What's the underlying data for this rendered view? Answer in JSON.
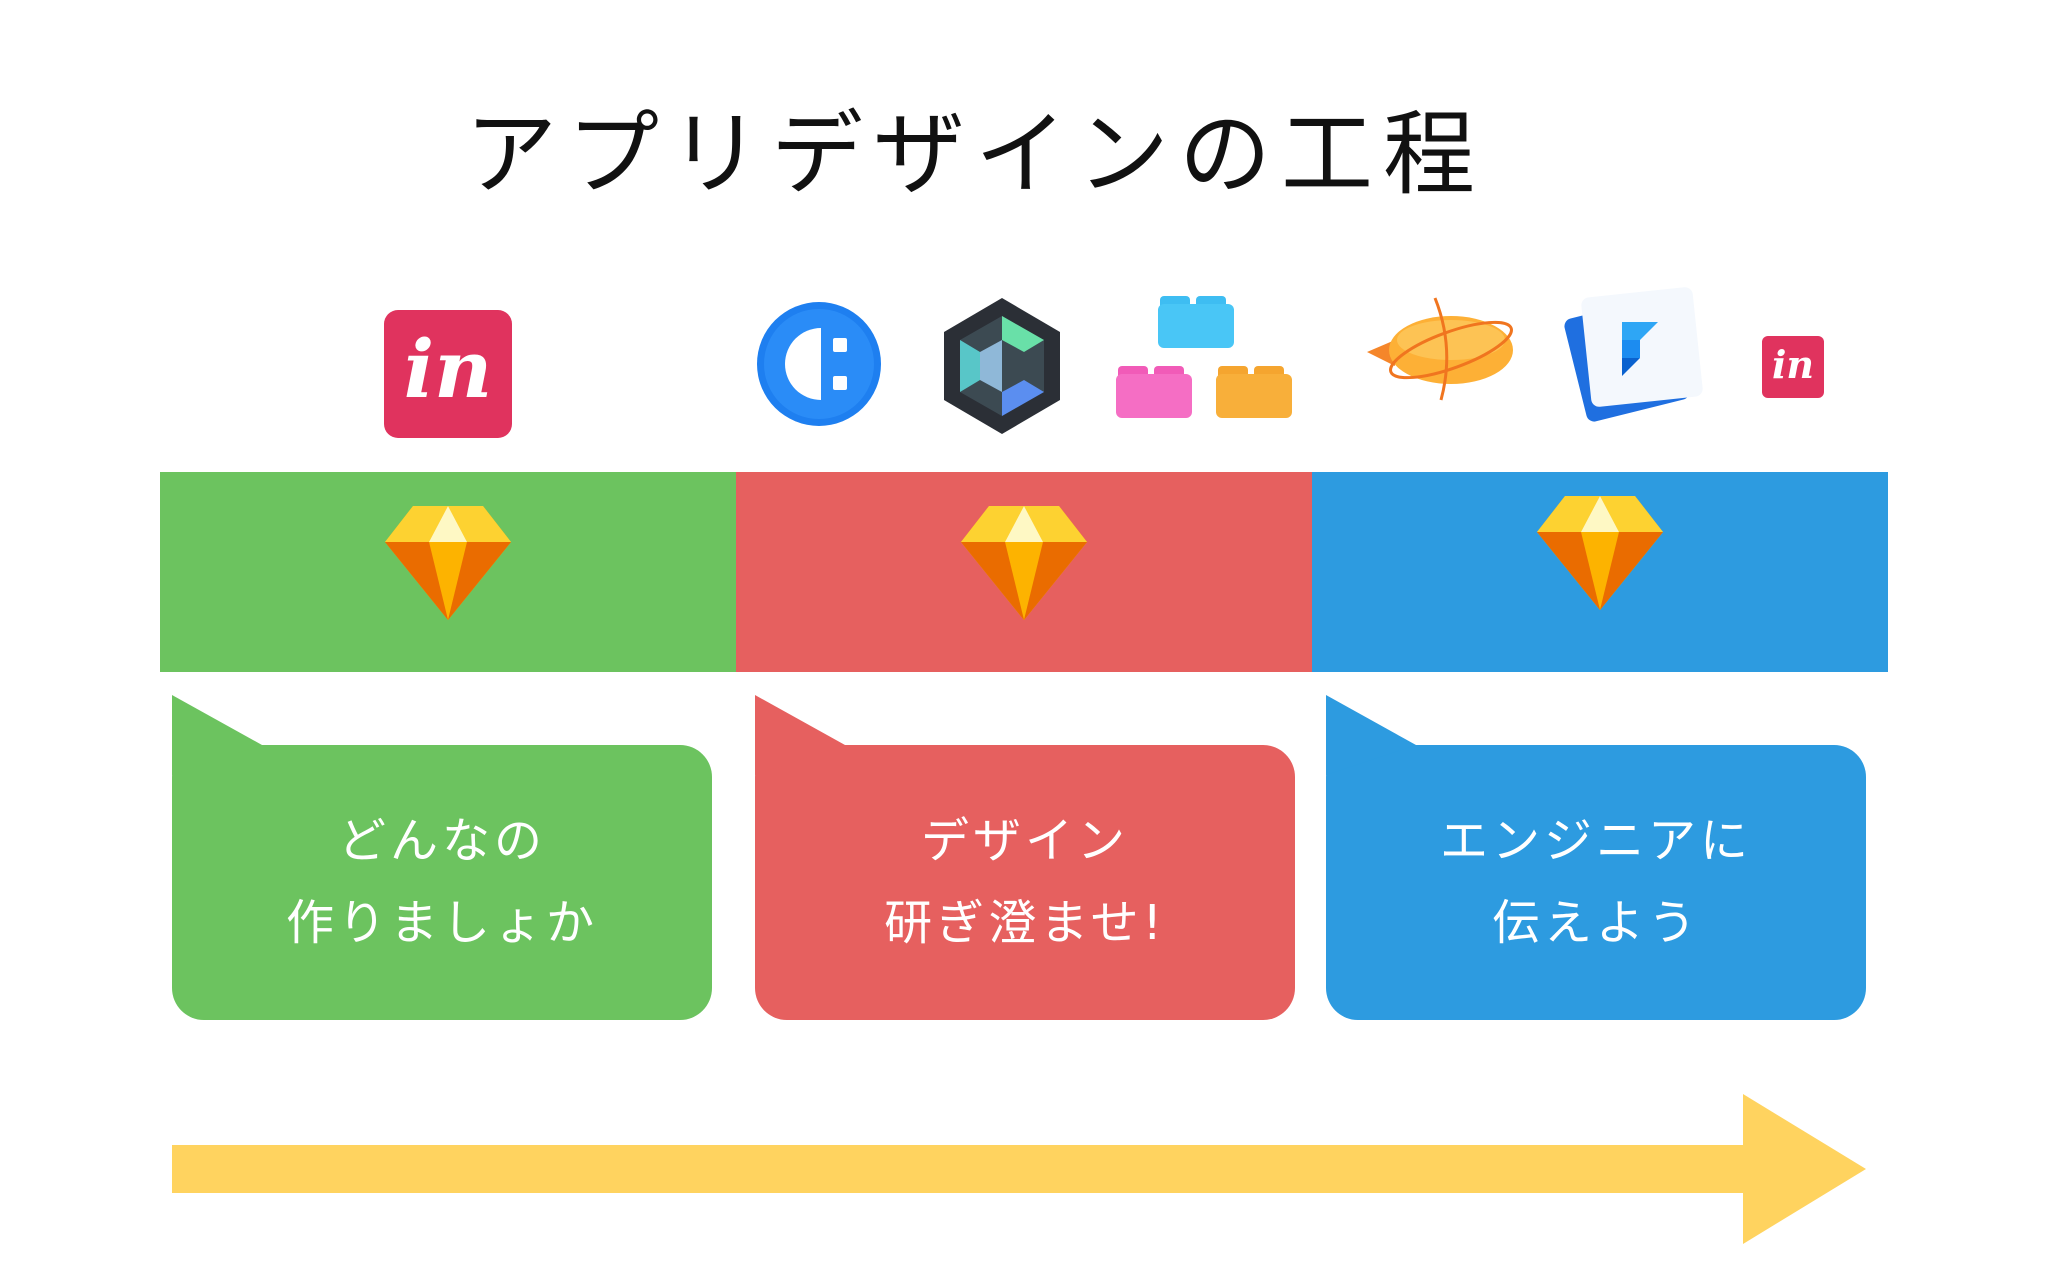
{
  "title": "アプリデザインの工程",
  "colors": {
    "green": "#6cc35f",
    "red": "#e6605f",
    "blue": "#2d9be0",
    "arrow": "#ffd35f",
    "sketch": "#fdb300"
  },
  "tool_icons": [
    {
      "name": "invision-icon",
      "text": "in"
    },
    {
      "name": "craft-icon"
    },
    {
      "name": "cinema-c-icon"
    },
    {
      "name": "lego-blocks-icon"
    },
    {
      "name": "zeplin-icon"
    },
    {
      "name": "framer-icon"
    },
    {
      "name": "invision-small-icon",
      "text": "in"
    }
  ],
  "phases": [
    {
      "line1": "どんなの",
      "line2": "作りましょか"
    },
    {
      "line1": "デザイン",
      "line2": "研ぎ澄ませ!"
    },
    {
      "line1": "エンジニアに",
      "line2": "伝えよう"
    }
  ]
}
